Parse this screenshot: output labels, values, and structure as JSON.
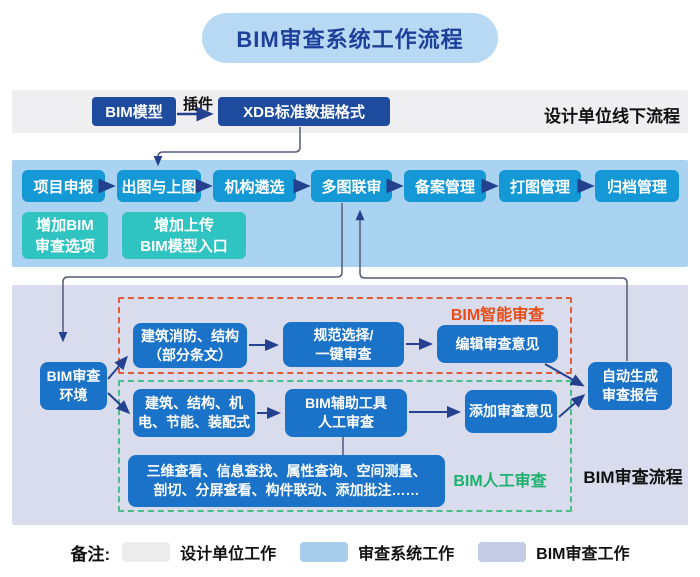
{
  "title": "BIM审查系统工作流程",
  "offline": {
    "section_label": "设计单位线下流程",
    "bim_model": "BIM模型",
    "plugin_label": "插件",
    "xdb": "XDB标准数据格式"
  },
  "system_flow": {
    "steps": [
      {
        "label": "项目申报"
      },
      {
        "label": "出图与上图"
      },
      {
        "label": "机构遴选"
      },
      {
        "label": "多图联审"
      },
      {
        "label": "备案管理"
      },
      {
        "label": "打图管理"
      },
      {
        "label": "归档管理"
      }
    ],
    "sub_boxes": [
      {
        "label": "增加BIM\n审查选项"
      },
      {
        "label": "增加上传\nBIM模型入口"
      }
    ]
  },
  "review_flow": {
    "section_label": "BIM审查流程",
    "smart_label": "BIM智能审查",
    "manual_label": "BIM人工审查",
    "env": "BIM审查\n环境",
    "fire": "建筑消防、结构\n（部分条文）",
    "spec": "规范选择/\n一键审查",
    "edit": "编辑审查意见",
    "arch": "建筑、结构、机\n电、节能、装配式",
    "tool": "BIM辅助工具\n人工审查",
    "add": "添加审查意见",
    "auto": "自动生成\n审查报告",
    "viewer": "三维查看、信息查找、属性查询、空间测量、\n剖切、分屏查看、构件联动、添加批注……"
  },
  "legend": {
    "note_label": "备注:",
    "items": [
      {
        "label": "设计单位工作",
        "color": "#ececec"
      },
      {
        "label": "审查系统工作",
        "color": "#a6cdeb"
      },
      {
        "label": "BIM审查工作",
        "color": "#c4cce5"
      }
    ]
  },
  "colors": {
    "title_bg": "#b7d9f3",
    "title_text": "#1e3f9a",
    "offline_strip": "#efeff1",
    "system_strip": "#a9d3f0",
    "review_panel": "#d8dcec",
    "navy_box": "#1d4c9f",
    "step_box": "#1599d6",
    "teal_box": "#2fc3c1",
    "panel_box": "#1b72c9",
    "smart_border": "#e05a3c",
    "manual_border": "#4abd88",
    "arrow": "#23418f"
  }
}
